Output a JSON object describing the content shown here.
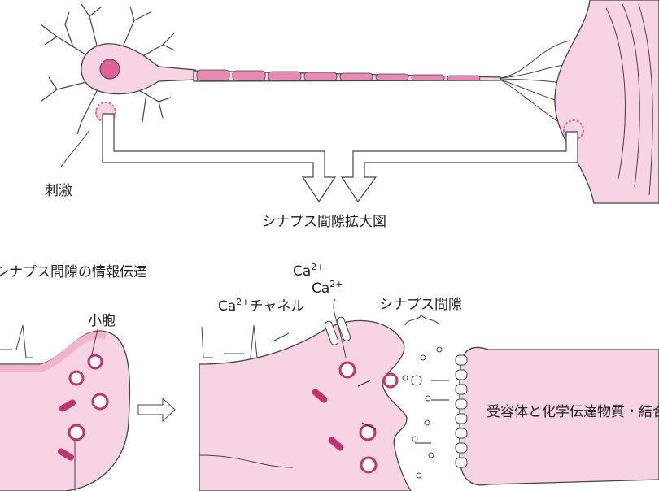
{
  "top": {
    "stimulus_label": "刺激",
    "enlarge_title": "シナプス間隙拡大図"
  },
  "bottom": {
    "section_title": "シナプス間隙の情報伝達",
    "vesicle_label": "小胞",
    "ca_ion_1": "Ca",
    "ca_ion_1_sup": "2+",
    "ca_ion_2": "Ca",
    "ca_ion_2_sup": "2+",
    "ca_channel_prefix": "Ca",
    "ca_channel_sup": "2+",
    "ca_channel_suffix": "チャネル",
    "cleft_label": "シナプス間隙",
    "receptor_label": "受容体と化学伝達物質・結合"
  },
  "colors": {
    "membrane": "#f7d3e3",
    "nucleus": "#e0609a",
    "vesicle": "#c2346f",
    "outline": "#444444"
  }
}
